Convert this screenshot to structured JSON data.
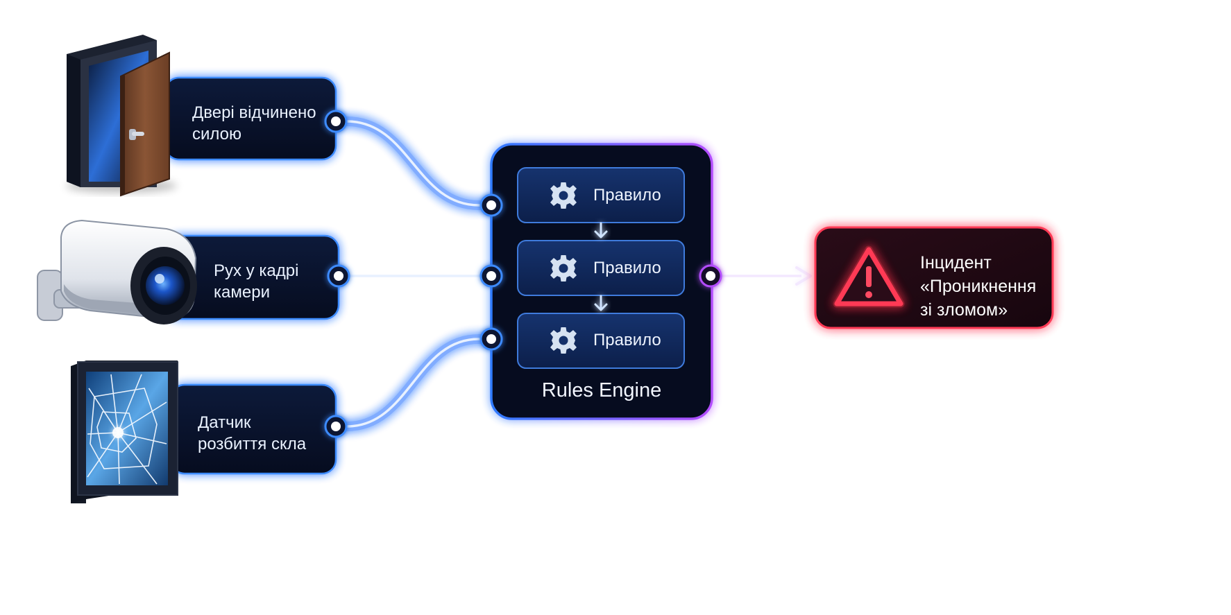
{
  "sources": [
    {
      "icon": "door-icon",
      "line1": "Двері відчинено",
      "line2": "силою"
    },
    {
      "icon": "security-camera-icon",
      "line1": "Рух у кадрі",
      "line2": "камери"
    },
    {
      "icon": "broken-glass-icon",
      "line1": "Датчик",
      "line2": "розбиття скла"
    }
  ],
  "engine": {
    "title": "Rules Engine",
    "rules": [
      {
        "icon": "gear-icon",
        "label": "Правило"
      },
      {
        "icon": "gear-icon",
        "label": "Правило"
      },
      {
        "icon": "gear-icon",
        "label": "Правило"
      }
    ]
  },
  "incident": {
    "icon": "warning-triangle-icon",
    "line1": "Інцидент",
    "line2": "«Проникнення",
    "line3": "зі зломом»"
  },
  "colors": {
    "connector_blue": "#1f6bff",
    "engine_purple": "#b44dff",
    "alert_red": "#ff2d4a",
    "card_dark": "#0b1530"
  }
}
